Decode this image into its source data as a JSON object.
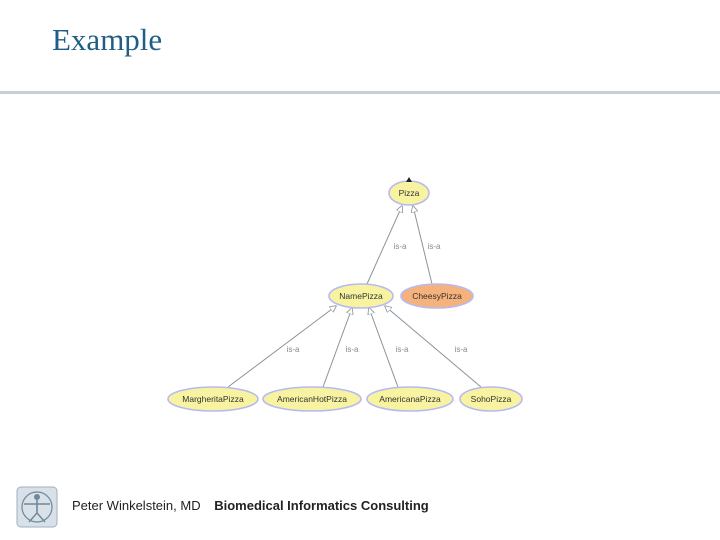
{
  "slide": {
    "title": "Example"
  },
  "diagram": {
    "nodes": [
      {
        "id": "pizza",
        "label": "Pizza",
        "color": "#f7f3a1"
      },
      {
        "id": "namepizza",
        "label": "NamePizza",
        "color": "#f7f3a1"
      },
      {
        "id": "cheesypizza",
        "label": "CheesyPizza",
        "color": "#f6b27c"
      },
      {
        "id": "margherita",
        "label": "MargheritaPizza",
        "color": "#f7f3a1"
      },
      {
        "id": "americanhot",
        "label": "AmericanHotPizza",
        "color": "#f7f3a1"
      },
      {
        "id": "americana",
        "label": "AmericanaPizza",
        "color": "#f7f3a1"
      },
      {
        "id": "soho",
        "label": "SohoPizza",
        "color": "#f7f3a1"
      }
    ],
    "edges": [
      {
        "from": "namepizza",
        "to": "pizza",
        "label": "is-a"
      },
      {
        "from": "cheesypizza",
        "to": "pizza",
        "label": "is-a"
      },
      {
        "from": "margherita",
        "to": "namepizza",
        "label": "is-a"
      },
      {
        "from": "americanhot",
        "to": "namepizza",
        "label": "is-a"
      },
      {
        "from": "americana",
        "to": "namepizza",
        "label": "is-a"
      },
      {
        "from": "soho",
        "to": "namepizza",
        "label": "is-a"
      }
    ],
    "colors": {
      "node_border": "#b8b9f2",
      "edge": "#8c9497",
      "label": "#8a8a8a"
    }
  },
  "footer": {
    "author": "Peter Winkelstein, MD",
    "organization": "Biomedical Informatics Consulting",
    "logo_icon": "vitruvian-man-logo"
  }
}
